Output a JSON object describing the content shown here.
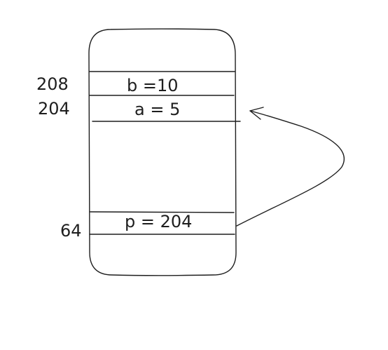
{
  "memory": {
    "cells": [
      {
        "address": "208",
        "content": "b =10"
      },
      {
        "address": "204",
        "content": "a = 5"
      },
      {
        "address": "64",
        "content": "p = 204"
      }
    ]
  },
  "colors": {
    "ink": "#1e1e1e",
    "background": "#ffffff"
  }
}
